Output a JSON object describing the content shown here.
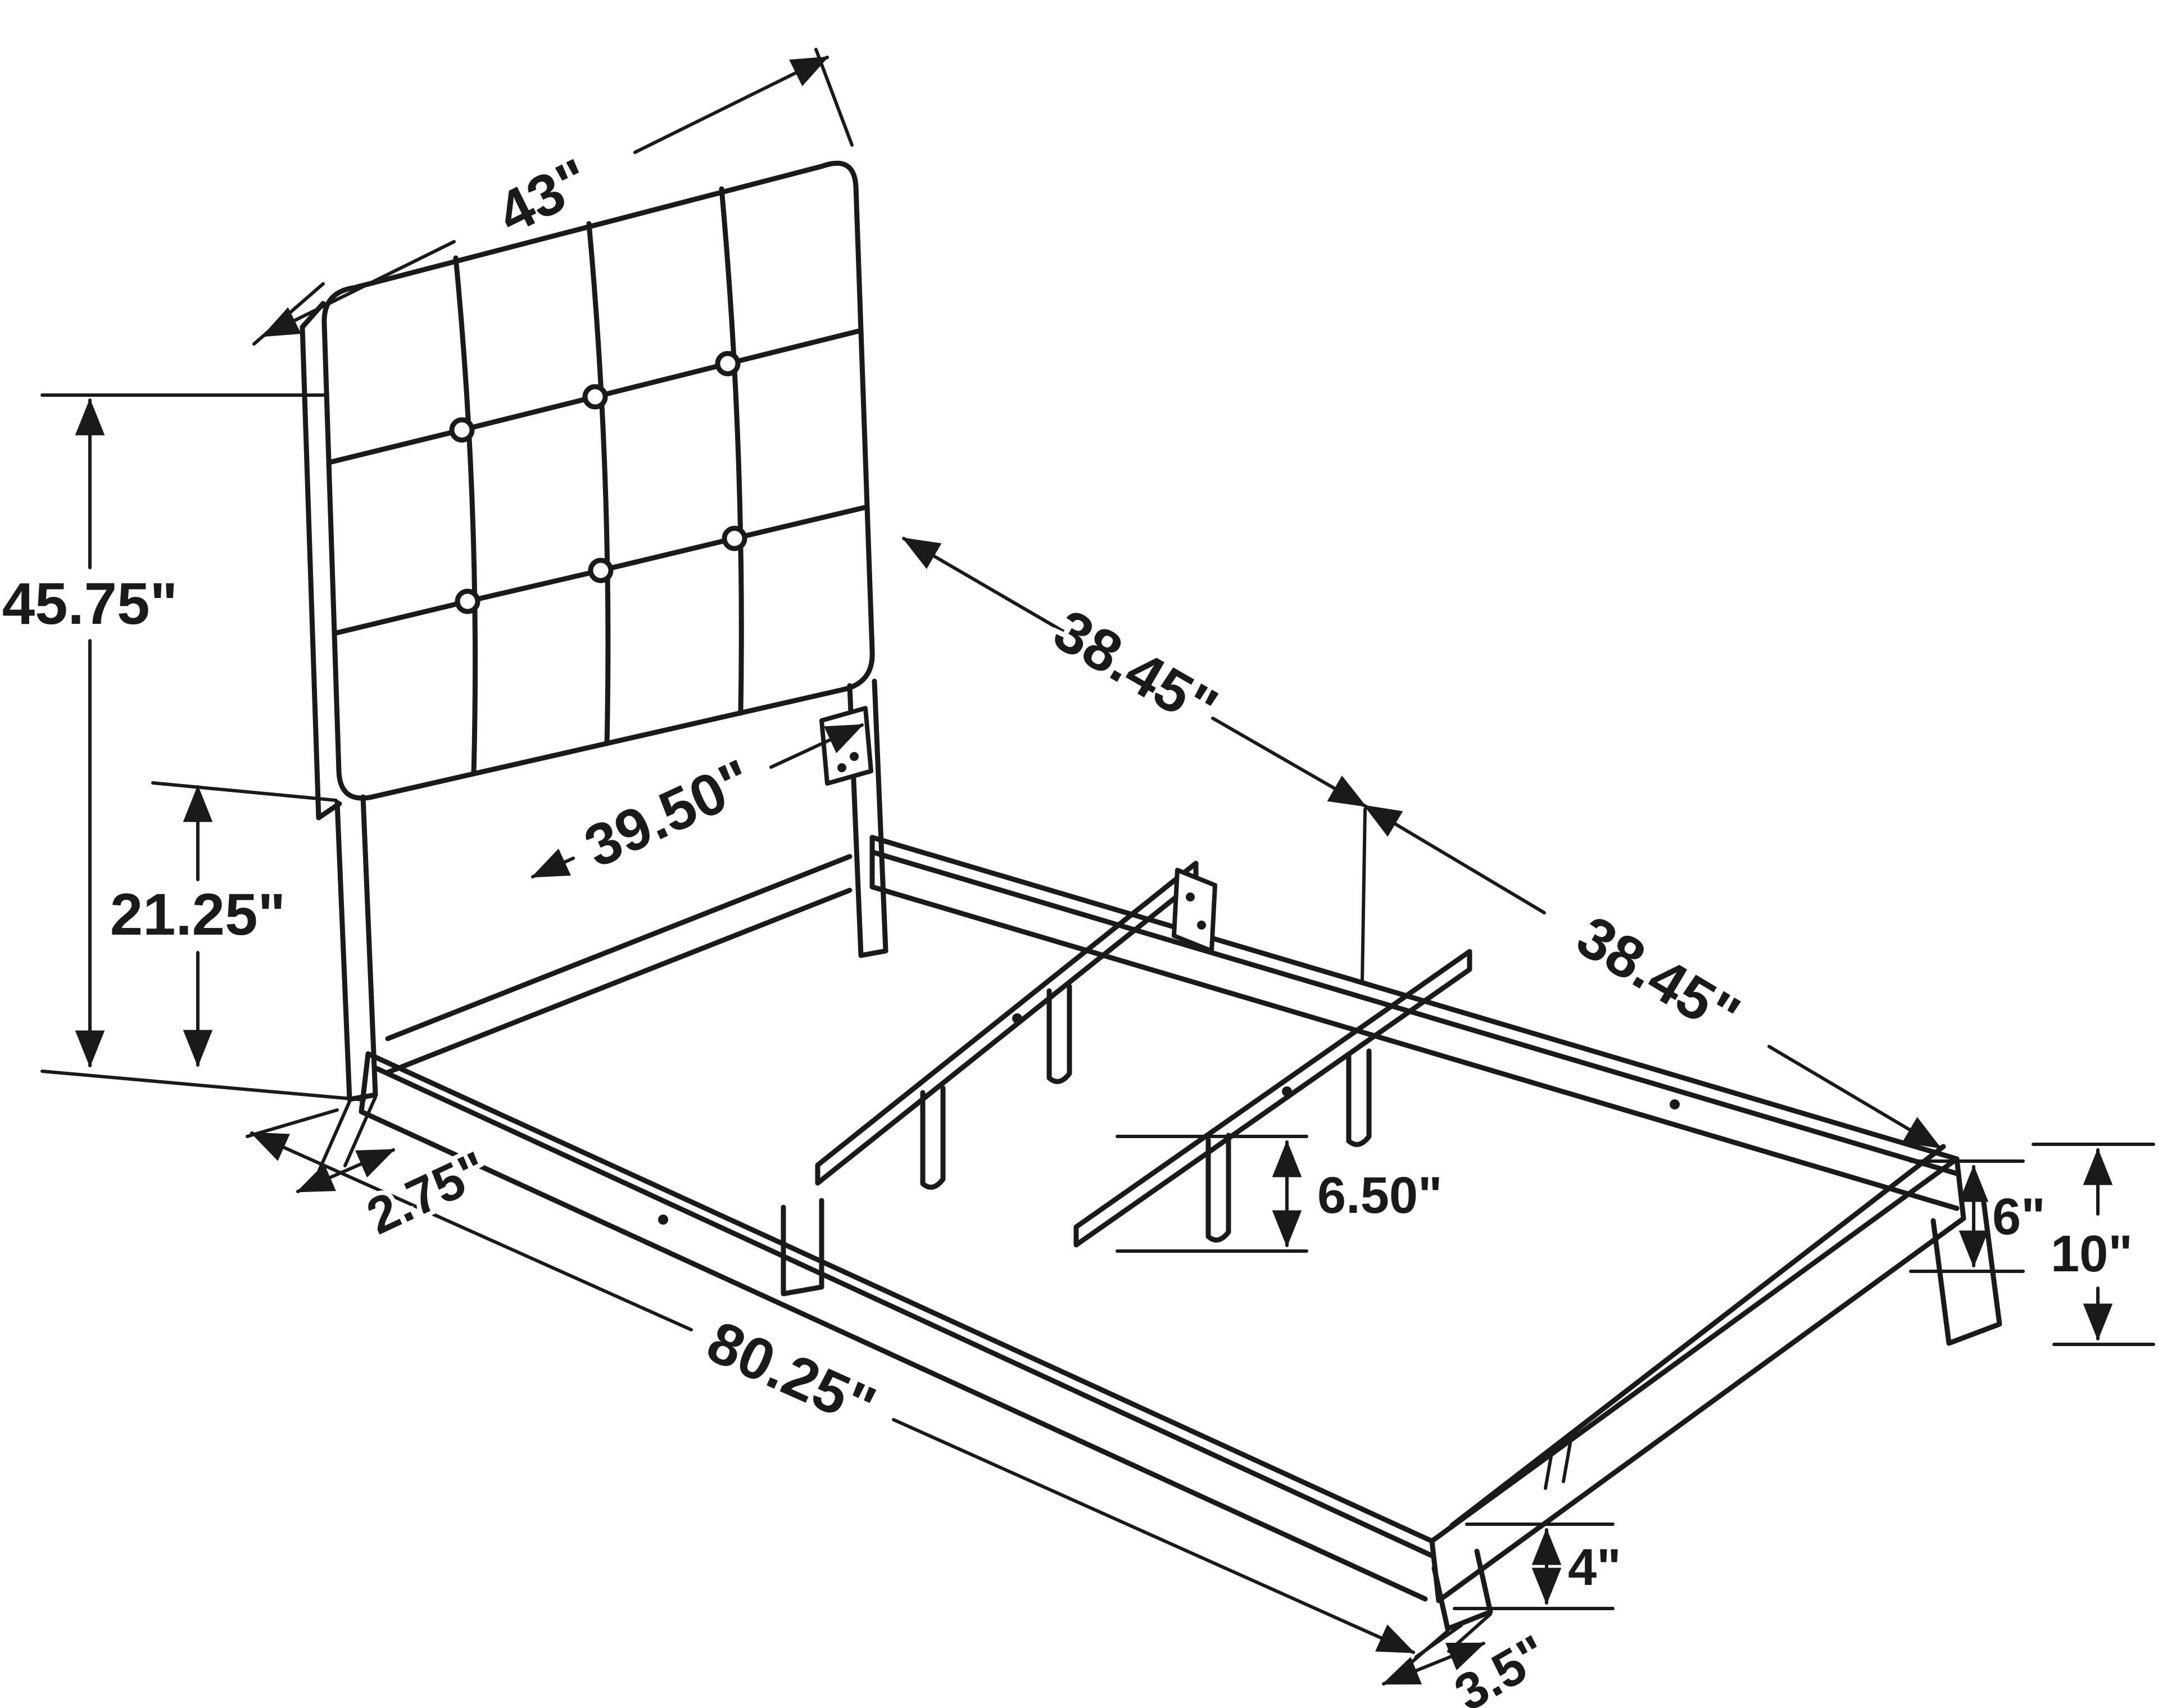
{
  "diagram": {
    "colors": {
      "line": "#1a1a1a",
      "background": "#ffffff"
    },
    "labels": {
      "headboard_width": "43\"",
      "headboard_height": "45.75\"",
      "floor_to_headboard_panel": "21.25\"",
      "slat_length": "39.50\"",
      "head_section_length": "38.45\"",
      "foot_section_length": "38.45\"",
      "headboard_leg_width": "2.75\"",
      "overall_length": "80.25\"",
      "center_support_leg_height": "6.50\"",
      "rail_height": "6\"",
      "floor_to_rail_top": "10\"",
      "rail_bottom_to_floor": "4\"",
      "foot_leg_width": "3.5\""
    }
  }
}
